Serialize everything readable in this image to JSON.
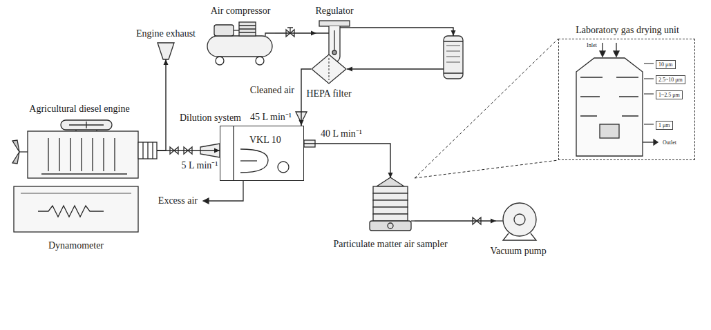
{
  "diagram": {
    "nodes": [
      {
        "text": [
          "Air compressor"
        ]
      },
      {
        "text": [
          "Regulator"
        ]
      },
      {
        "text": [
          "Laboratory gas drying unit",
          "Inlet",
          "10 μm",
          "2.5~10 μm",
          "1~2.5 μm",
          "1 μm",
          "Outlet"
        ]
      },
      {
        "text": [
          "Engine exhaust"
        ]
      },
      {
        "text": [
          "HEPA filter"
        ]
      },
      {
        "text": [
          "Agricultural diesel engine"
        ]
      },
      {
        "text": [
          "Dilution system",
          "VKL 10"
        ]
      },
      {
        "text": [
          "Dynamometer"
        ]
      },
      {
        "text": [
          "Particulate matter air sampler"
        ]
      },
      {
        "text": [
          "Vacuum pump"
        ]
      }
    ],
    "edges": [
      {
        "from": 0,
        "to": 1,
        "arrow": "to"
      },
      {
        "from": 1,
        "to": 4,
        "arrow": "to"
      },
      {
        "from": 4,
        "to": 6,
        "label": "Cleaned air",
        "arrow": "to"
      },
      {
        "from": 5,
        "to": 6,
        "label": "5 L min⁻¹",
        "arrow": "to"
      },
      {
        "from": 5,
        "to": 3,
        "arrow": "to"
      },
      {
        "from": 6,
        "to": 8,
        "label": "40 L min⁻¹",
        "arrow": "to"
      },
      {
        "from": 8,
        "to": 9,
        "arrow": "to"
      },
      {
        "from": 8,
        "to": 2,
        "arrow": "none"
      }
    ],
    "labels": [
      "45 L min⁻¹",
      "Excess air"
    ]
  }
}
